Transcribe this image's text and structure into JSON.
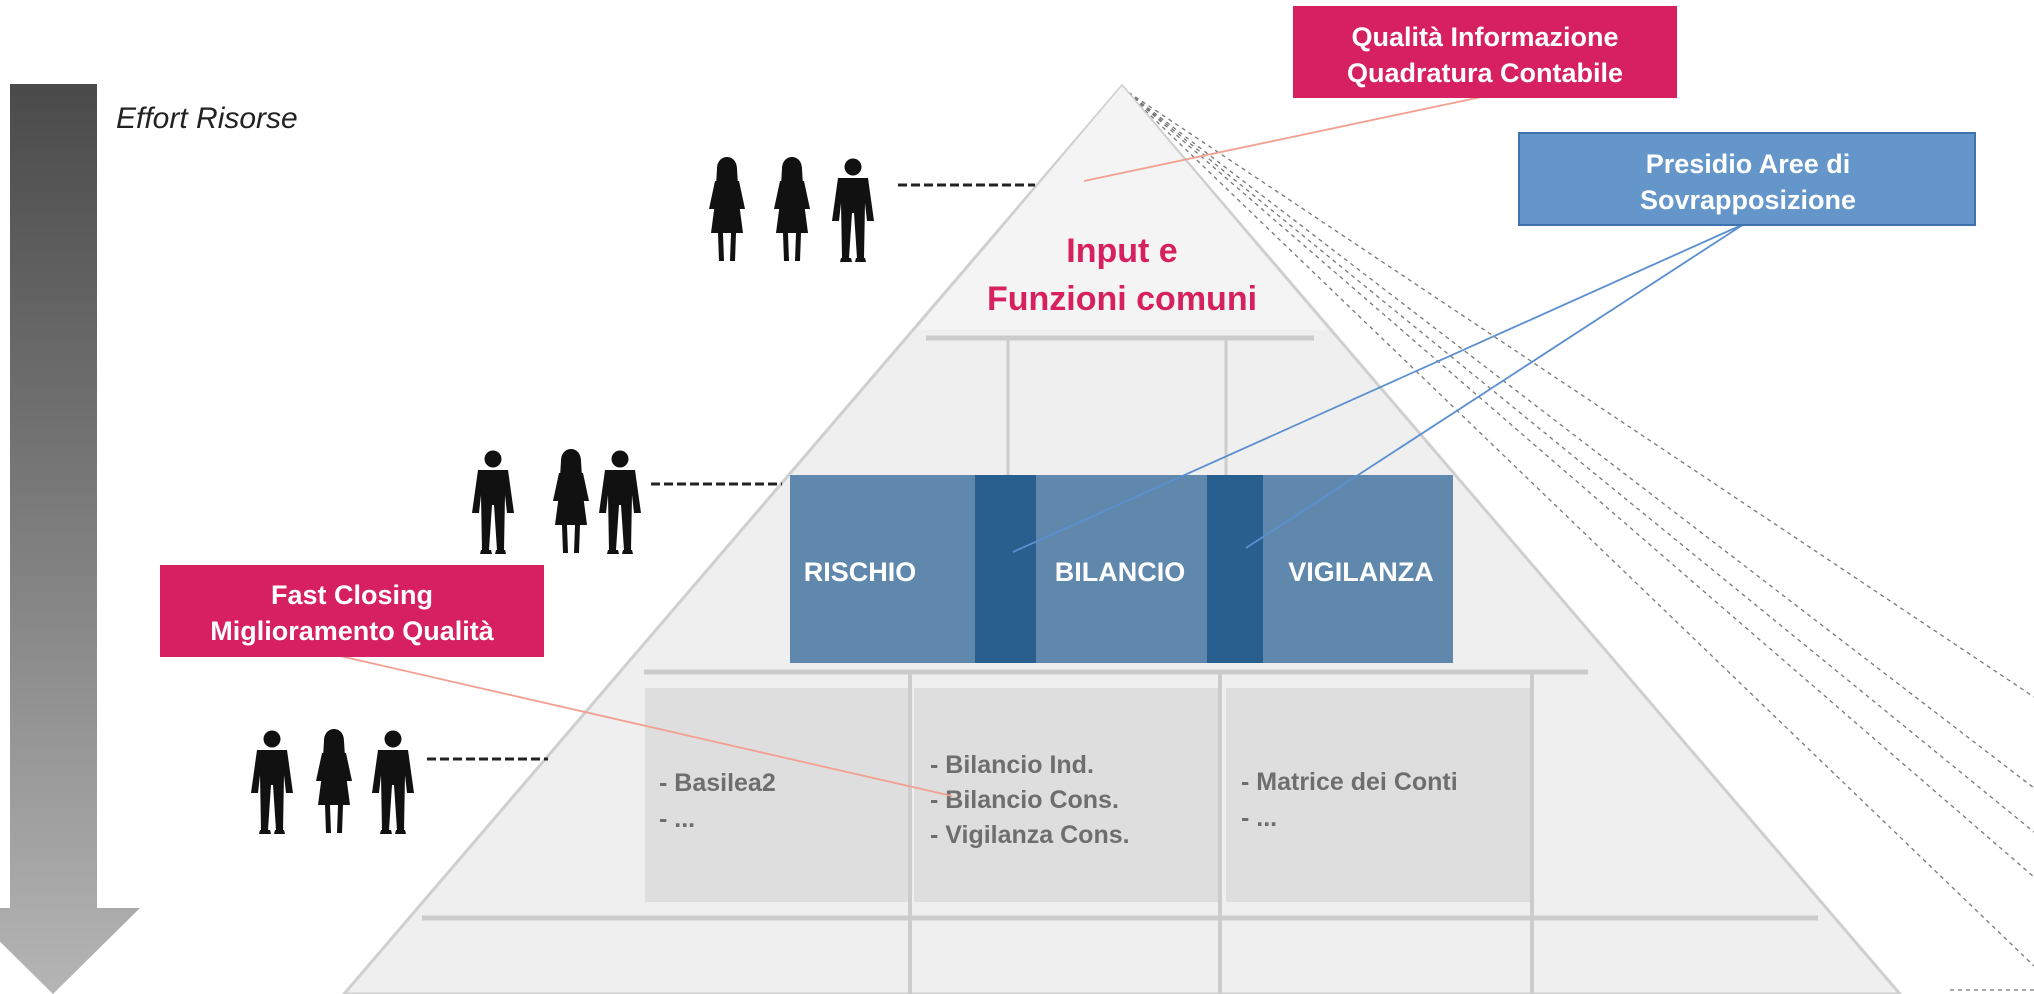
{
  "effort_label": "Effort Risorse",
  "callouts": {
    "quality": {
      "line1": "Qualità Informazione",
      "line2": "Quadratura Contabile"
    },
    "presidio": {
      "line1": "Presidio Aree di",
      "line2": "Sovrapposizione"
    },
    "fast_closing": {
      "line1": "Fast Closing",
      "line2": "Miglioramento Qualità"
    }
  },
  "top_tier": {
    "line1": "Input e",
    "line2": "Funzioni comuni"
  },
  "middle_tier": {
    "left": "RISCHIO",
    "center": "BILANCIO",
    "right": "VIGILANZA"
  },
  "bottom_tier": {
    "left": [
      "- Basilea2",
      "- ..."
    ],
    "center": [
      "-  Bilancio Ind.",
      "-  Bilancio Cons.",
      "-  Vigilanza Cons."
    ],
    "right": [
      "-  Matrice dei Conti",
      "-  ..."
    ]
  },
  "colors": {
    "magenta": "#D6205F",
    "blue_callout": "#6496CA",
    "blue_block": "#5F88AC",
    "blue_overlap": "#285F8E",
    "pyramid": "#EFEFEF",
    "cell": "#DEDEDE",
    "text_gray": "#6E6E6E"
  },
  "icons": [
    "people-group-icon",
    "people-group-icon",
    "people-group-icon"
  ]
}
